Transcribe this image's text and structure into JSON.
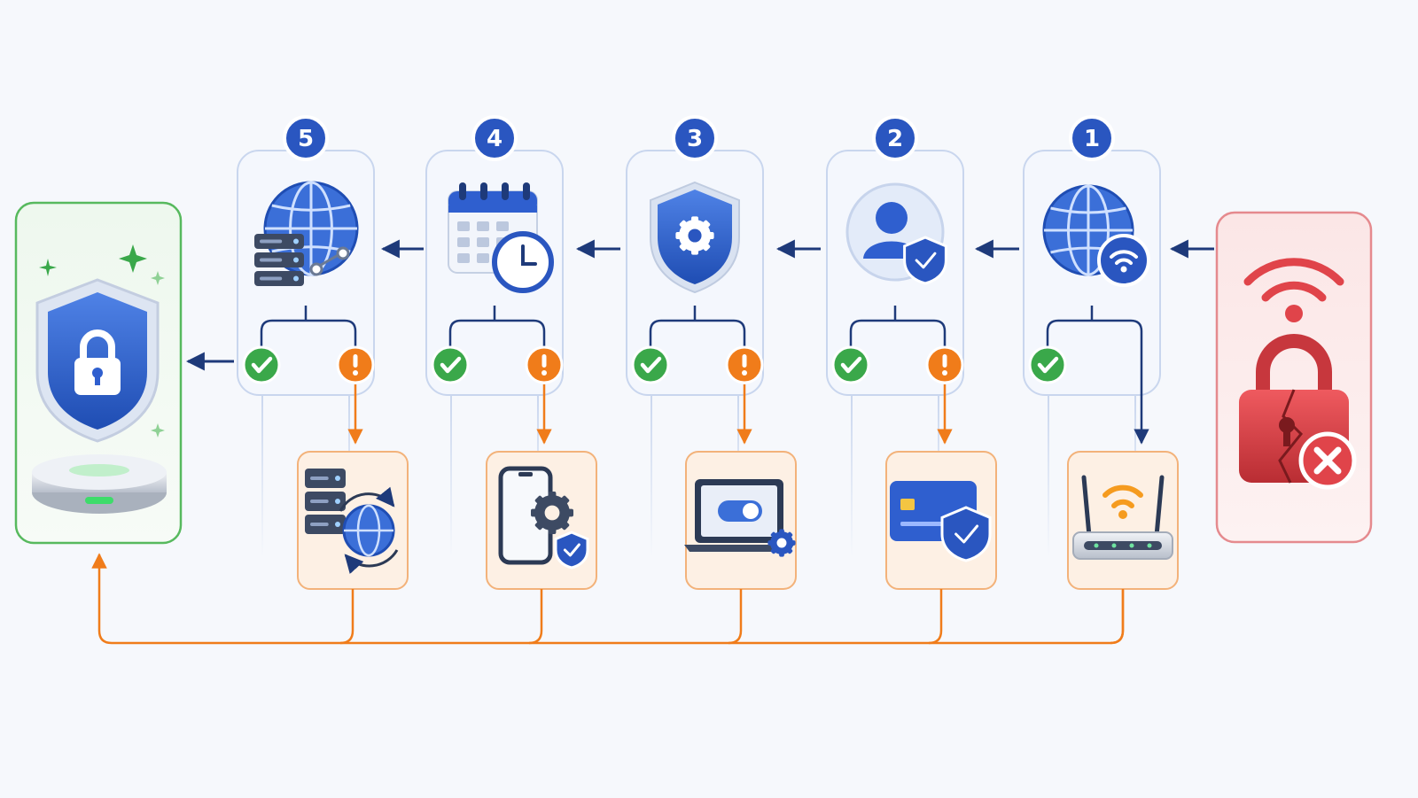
{
  "diagram": {
    "steps": [
      {
        "number": "1",
        "icon": "globe-wifi-icon",
        "has_success": true,
        "has_warning": false,
        "remedy_icon": "wifi-router-icon"
      },
      {
        "number": "2",
        "icon": "user-shield-icon",
        "has_success": true,
        "has_warning": true,
        "remedy_icon": "credit-card-shield-icon"
      },
      {
        "number": "3",
        "icon": "shield-gear-icon",
        "has_success": true,
        "has_warning": true,
        "remedy_icon": "laptop-toggle-icon"
      },
      {
        "number": "4",
        "icon": "calendar-clock-icon",
        "has_success": true,
        "has_warning": true,
        "remedy_icon": "phone-settings-shield-icon"
      },
      {
        "number": "5",
        "icon": "server-globe-icon",
        "has_success": true,
        "has_warning": true,
        "remedy_icon": "server-globe-sync-icon"
      }
    ],
    "start_icon": "broken-lock-wifi-icon",
    "end_icon": "secure-shield-lock-icon",
    "colors": {
      "background": "#f6f8fc",
      "primary_blue": "#2f5fcf",
      "dark_navy": "#1e3a7a",
      "success_green": "#3aa84a",
      "warning_orange": "#f07c1a",
      "danger_red": "#d9434a",
      "end_box_border": "#57b95e",
      "start_box_border": "#e58a8e",
      "remedy_box_fill": "#fdf0e4"
    }
  }
}
